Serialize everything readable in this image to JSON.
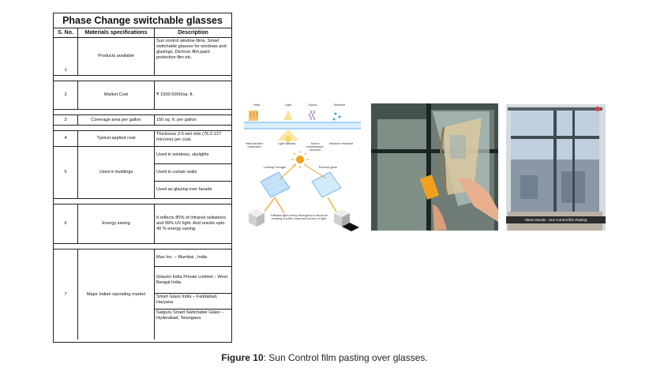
{
  "table": {
    "title": "Phase Change switchable glasses",
    "headers": [
      "S. No.",
      "Materials specifications",
      "Description"
    ],
    "rows": [
      {
        "num": "1",
        "spec": "Products available",
        "desc": [
          "Sun control window films, Smart switchable glasses for windows and glazings, Dichroic film,paint protection film etc."
        ]
      },
      {
        "num": "2",
        "spec": "Market Cost",
        "desc": [
          "₹ 1500-5000/sq. ft."
        ]
      },
      {
        "num": "3",
        "spec": "Coverage area per gallon",
        "desc": [
          "150 sq. ft. per gallon"
        ]
      },
      {
        "num": "4",
        "spec": "Typical applied coat",
        "desc": [
          "Thickness 3-5 wet mils      (76.2-127 microns) per coat."
        ]
      },
      {
        "num": "5",
        "spec": "Used in buildings",
        "desc": [
          "Used in windows, skylights",
          "Used in curtain walls",
          "Used as glazing over facade"
        ]
      },
      {
        "num": "6",
        "spec": "Energy saving",
        "desc": [
          "It reflects 80% of infrared radiations and 99% UV light. And results upto 40 %  energy saving."
        ]
      },
      {
        "num": "7",
        "spec": "Major Indian operating market",
        "desc": [
          "Max Inc. – Mumbai , India",
          "Glassto India Private Limited – West Bengal India",
          "Smart Glass India – Faridabad, Haryana",
          "Satguru Smart Switchable Glass – Hyderabad, Telangana"
        ]
      }
    ]
  },
  "diagram": {
    "top_labels": [
      "Heat",
      "Light",
      "Sound",
      "Moisture"
    ],
    "bottom_labels": [
      "Heat transfer minimized",
      "Light diffused",
      "Sound transmission reduced",
      "Moisture resistant"
    ],
    "glass_labels": [
      "Lumisty* Aerogel",
      "Thermal glass"
    ],
    "footer": "Diffuses light evenly throughout a structure creating a softer, improved source of light."
  },
  "photo3": {
    "overlay": "Glass Decals - Sun Control film Pasting"
  },
  "caption": {
    "label": "Figure 10",
    "text": ": Sun Control film pasting over glasses."
  },
  "colors": {
    "accent_orange": "#f0a020",
    "glass_blue": "#7fb7e6",
    "sky": "#c9d6e4"
  }
}
